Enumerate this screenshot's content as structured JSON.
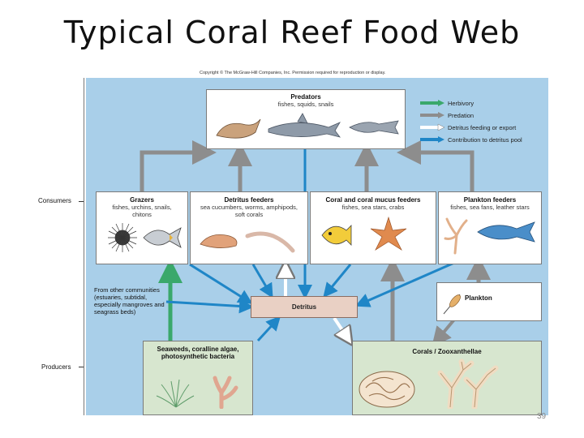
{
  "slide": {
    "title": "Typical Coral Reef Food Web",
    "page_number": "39"
  },
  "figure": {
    "copyright": "Copyright © The McGraw-Hill Companies, Inc. Permission required for reproduction or display.",
    "side_labels": {
      "consumers": "Consumers",
      "producers": "Producers"
    },
    "boxes": {
      "predators": {
        "title": "Predators",
        "sub": "fishes, squids, snails"
      },
      "grazers": {
        "title": "Grazers",
        "sub": "fishes, urchins, snails, chitons"
      },
      "detritus_feeders": {
        "title": "Detritus feeders",
        "sub": "sea cucumbers, worms, amphipods, soft corals"
      },
      "coral_mucus": {
        "title": "Coral and coral mucus feeders",
        "sub": "fishes, sea stars, crabs"
      },
      "plankton_feeders": {
        "title": "Plankton feeders",
        "sub": "fishes, sea fans, leather stars"
      },
      "plankton": {
        "title": "Plankton"
      },
      "detritus": {
        "title": "Detritus"
      },
      "seaweeds": {
        "title": "Seaweeds, coralline algae, photosynthetic bacteria"
      },
      "corals": {
        "title": "Corals / Zooxanthellae"
      }
    },
    "from_other": "From other communities (estuaries, subtidal, especially mangroves and seagrass beds)",
    "legend": [
      {
        "label": "Herbivory",
        "color": "#3aa86b"
      },
      {
        "label": "Predation",
        "color": "#8d8d8d"
      },
      {
        "label": "Detritus feeding or export",
        "color": "#ffffff"
      },
      {
        "label": "Contribution to detritus pool",
        "color": "#1f86c7"
      }
    ]
  }
}
